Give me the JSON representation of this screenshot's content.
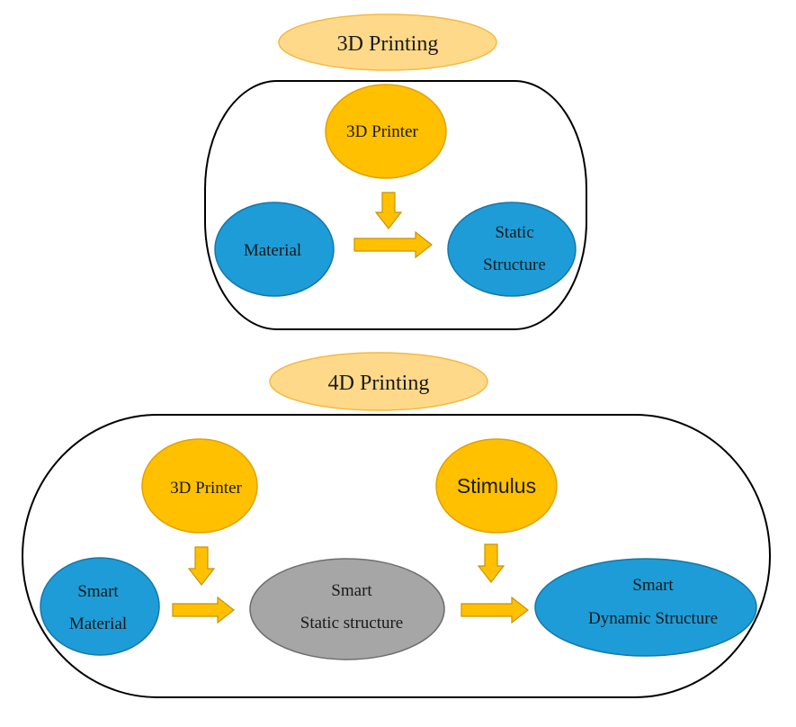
{
  "colors": {
    "orange": "#FFC000",
    "orange_border": "#E2A100",
    "blue": "#1E9CD7",
    "blue_border": "#1577A8",
    "gray": "#A6A6A6",
    "gray_border": "#6E6E6E",
    "title_fill": "#FFD98A",
    "title_border": "#F5B942",
    "arrow_fill": "#FFC000",
    "arrow_border": "#C79400",
    "frame": "#000000"
  },
  "sections": {
    "top": {
      "title": "3D Printing",
      "printer": "3D Printer",
      "material": "Material",
      "output_line1": "Static",
      "output_line2": "Structure"
    },
    "bottom": {
      "title": "4D Printing",
      "printer": "3D Printer",
      "stimulus": "Stimulus",
      "material_line1": "Smart",
      "material_line2": "Material",
      "static_line1": "Smart",
      "static_line2": "Static structure",
      "dynamic_line1": "Smart",
      "dynamic_line2": "Dynamic Structure"
    }
  }
}
